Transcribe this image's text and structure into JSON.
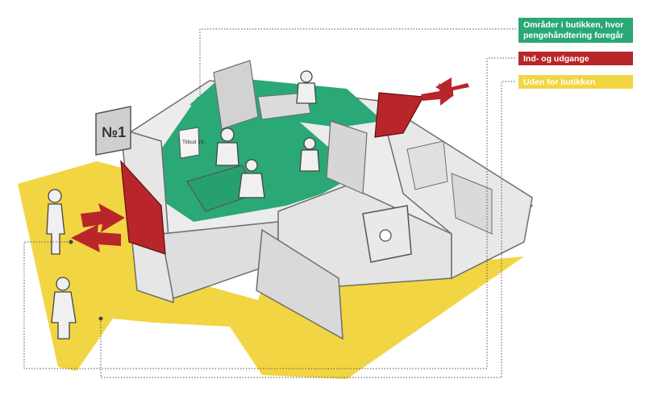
{
  "legend": {
    "green_label": "Områder i butikken, hvor pengehåndtering foregår",
    "red_label": "Ind- og udgange",
    "yellow_label": "Uden for butikken"
  },
  "signs": {
    "store_number": "№1",
    "poster_text": "Tilbud 19,-"
  },
  "colors": {
    "green": "#2aa876",
    "red": "#b8262a",
    "yellow": "#f2d542",
    "wall": "#e6e6e6",
    "line": "#6e6e6e"
  }
}
